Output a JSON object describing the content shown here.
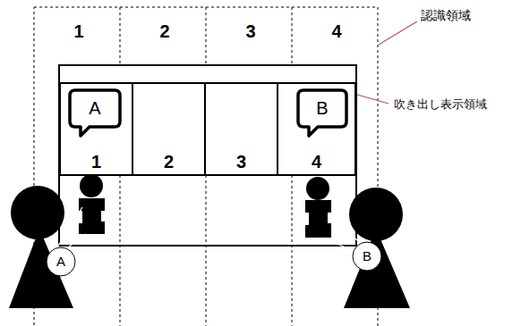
{
  "diagram": {
    "nodes": [
      {
        "text": [
          "1"
        ]
      },
      {
        "text": [
          "A"
        ],
        "in": 0
      },
      {
        "text": [
          "2"
        ]
      },
      {
        "text": [
          "3"
        ]
      },
      {
        "text": [
          "4"
        ]
      },
      {
        "text": [
          "B"
        ],
        "in": 4
      },
      {
        "text": [
          "A"
        ]
      },
      {
        "text": [
          "B"
        ]
      }
    ],
    "labels": [
      "1",
      "2",
      "3",
      "4",
      "認識領域",
      "吹き出し表示領域"
    ]
  }
}
